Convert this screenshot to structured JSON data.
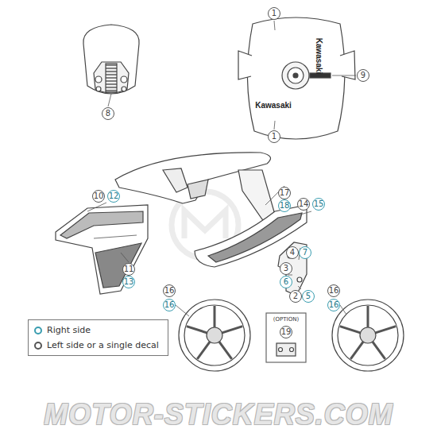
{
  "diagram": {
    "labels": [
      "1",
      "1",
      "9",
      "8",
      "10",
      "12",
      "11",
      "13",
      "17",
      "18",
      "14",
      "15",
      "4",
      "7",
      "3",
      "6",
      "2",
      "5",
      "16",
      "16",
      "16",
      "16",
      "19",
      "Kawasaki",
      "Kawasaki",
      "(OPTION)",
      "MOTOR-STICKERS.COM"
    ],
    "legend": [
      {
        "text": "Right side",
        "color": "#3a9db0"
      },
      {
        "text": "Left side or a single decal",
        "color": "#555555"
      }
    ]
  }
}
